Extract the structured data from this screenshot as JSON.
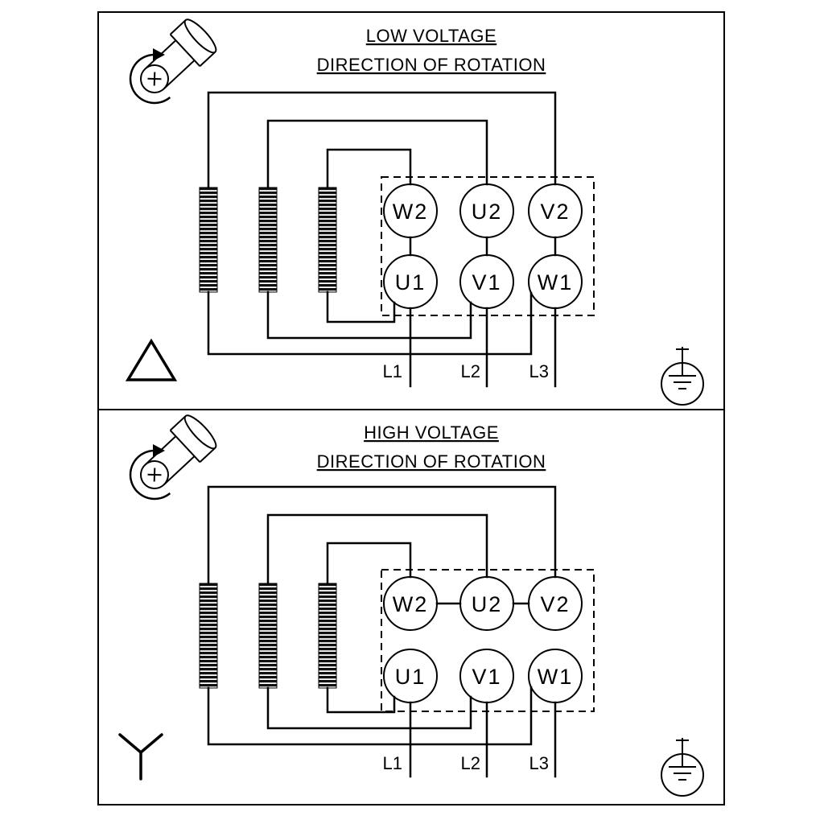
{
  "colors": {
    "ink": "#000000",
    "background": "#ffffff"
  },
  "panels": [
    {
      "title": "LOW VOLTAGE",
      "subtitle": "DIRECTION OF ROTATION",
      "connection": "delta",
      "terminals_top": [
        "W2",
        "U2",
        "V2"
      ],
      "terminals_bottom": [
        "U1",
        "V1",
        "W1"
      ],
      "leads": [
        "L1",
        "L2",
        "L3"
      ],
      "icons": {
        "rotation": "rotation-direction-icon",
        "connection": "delta-symbol",
        "ground": "earth-ground-icon"
      }
    },
    {
      "title": "HIGH VOLTAGE",
      "subtitle": "DIRECTION OF ROTATION",
      "connection": "star",
      "terminals_top": [
        "W2",
        "U2",
        "V2"
      ],
      "terminals_bottom": [
        "U1",
        "V1",
        "W1"
      ],
      "leads": [
        "L1",
        "L2",
        "L3"
      ],
      "icons": {
        "rotation": "rotation-direction-icon",
        "connection": "star-symbol",
        "ground": "earth-ground-icon"
      }
    }
  ]
}
